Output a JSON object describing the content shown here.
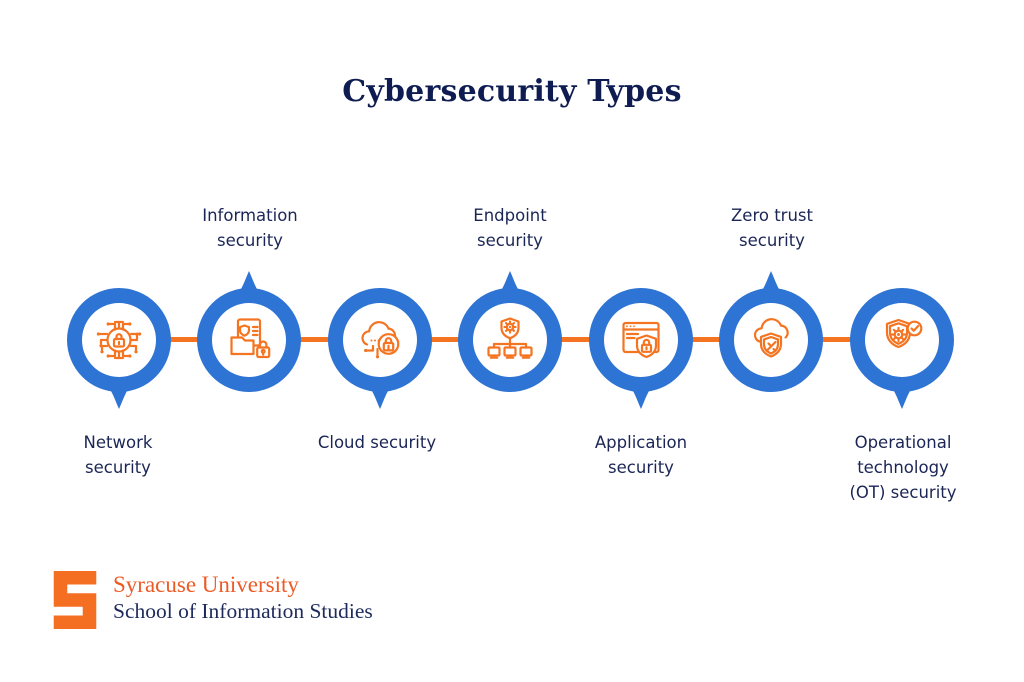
{
  "title": "Cybersecurity Types",
  "items": [
    {
      "label": "Network\nsecurity",
      "icon": "network-security",
      "label_position": "below"
    },
    {
      "label": "Information\nsecurity",
      "icon": "information-security",
      "label_position": "above"
    },
    {
      "label": "Cloud security",
      "icon": "cloud-security",
      "label_position": "below"
    },
    {
      "label": "Endpoint\nsecurity",
      "icon": "endpoint-security",
      "label_position": "above"
    },
    {
      "label": "Application\nsecurity",
      "icon": "application-security",
      "label_position": "below"
    },
    {
      "label": "Zero trust\nsecurity",
      "icon": "zero-trust-security",
      "label_position": "above"
    },
    {
      "label": "Operational\ntechnology\n(OT) security",
      "icon": "operational-technology-security",
      "label_position": "below"
    }
  ],
  "colors": {
    "ring_blue": "#2e74d4",
    "line_orange": "#f47421",
    "navy_text": "#1b2656",
    "title_navy": "#0e1c52",
    "syracuse_orange": "#ec5b26"
  },
  "footer": {
    "logo_letter": "S",
    "institution": "Syracuse University",
    "school": "School of Information Studies"
  }
}
